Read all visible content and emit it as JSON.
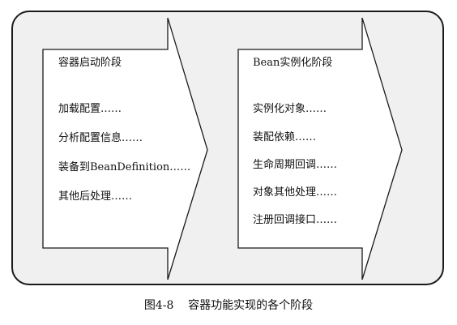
{
  "stage1": {
    "title": "容器启动阶段",
    "items": [
      "加载配置……",
      "分析配置信息……",
      "装备到BeanDefinition……",
      "其他后处理……"
    ]
  },
  "stage2": {
    "title": "Bean实例化阶段",
    "items": [
      "实例化对象……",
      "装配依赖……",
      "生命周期回调……",
      "对象其他处理……",
      "注册回调接口……"
    ]
  },
  "caption": "图4-8    容器功能实现的各个阶段",
  "colors": {
    "panel_bg": "#f0f0f0",
    "arrow_fill": "#ffffff",
    "stroke": "#1a1a1a"
  }
}
